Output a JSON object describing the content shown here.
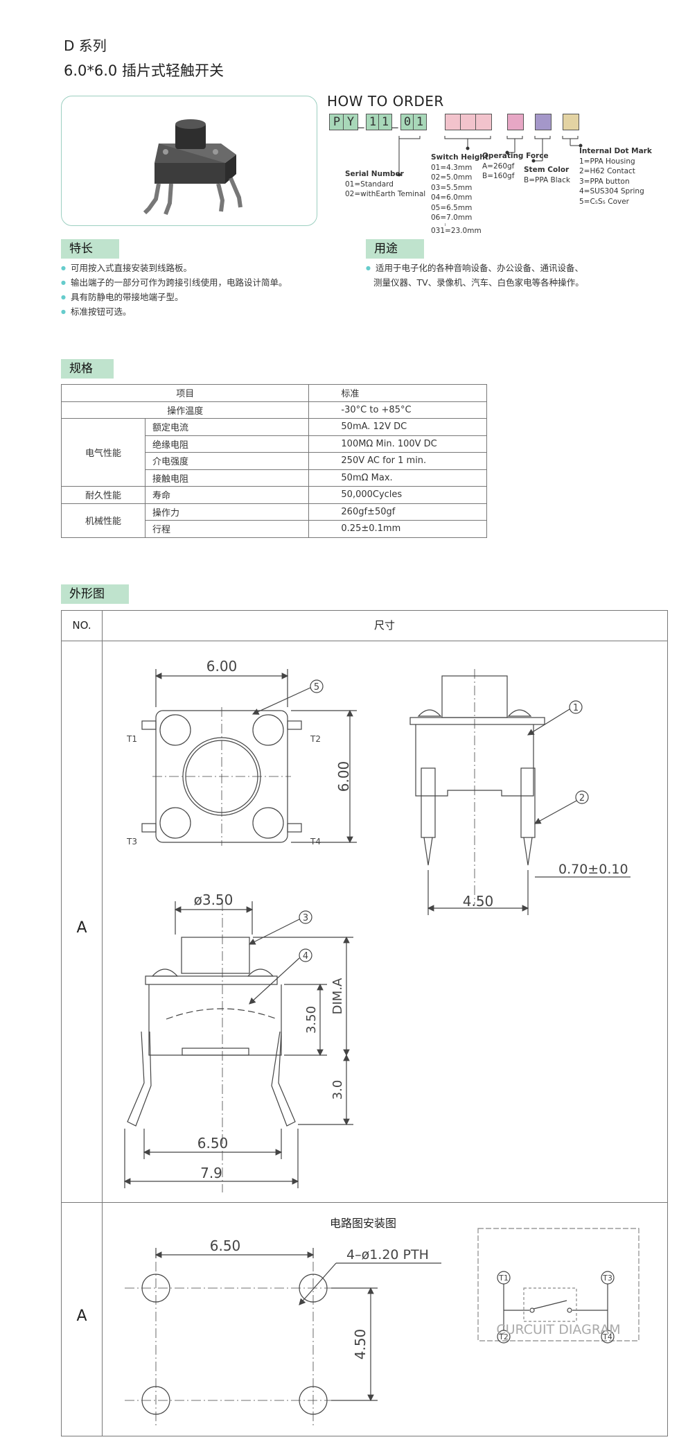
{
  "header": {
    "series": "D 系列",
    "title": "6.0*6.0 插片式轻触开关"
  },
  "order": {
    "heading": "HOW TO ORDER",
    "code_chars": [
      "P",
      "Y",
      "1",
      "1",
      "0",
      "1"
    ],
    "serial": {
      "title": "Serial Number",
      "lines": [
        "01=Standard",
        "02=withEarth Teminal"
      ]
    },
    "height": {
      "title": "Switch Height",
      "lines": [
        "01=4.3mm",
        "02=5.0mm",
        "03=5.5mm",
        "04=6.0mm",
        "05=6.5mm",
        "06=7.0mm",
        "031=23.0mm"
      ]
    },
    "force": {
      "title": "Operating Force",
      "lines": [
        "A=260gf",
        "B=160gf"
      ]
    },
    "stem": {
      "title": "Stem Color",
      "lines": [
        "B=PPA Black"
      ]
    },
    "dot": {
      "title": "Internal Dot Mark",
      "lines": [
        "1=PPA Housing",
        "2=H62 Contact",
        "3=PPA button",
        "4=SUS304 Spring",
        "5=C₅S₅ Cover"
      ]
    },
    "colors": {
      "code": "#a8d8b9",
      "pink": "#f2c3cc",
      "magenta": "#e7a7c5",
      "purple": "#a497c9",
      "tan": "#e3d3a3"
    }
  },
  "features": {
    "tag": "特长",
    "items": [
      "可用按入式直接安装到线路板。",
      "输出端子的一部分可作为跨接引线使用，电路设计简单。",
      "具有防静电的带接地端子型。",
      "标准按钮可选。"
    ]
  },
  "usage": {
    "tag": "用途",
    "lines": [
      "适用于电子化的各种音响设备、办公设备、通讯设备、",
      "测量仪器、TV、录像机、汽车、白色家电等各种操作。"
    ]
  },
  "spec": {
    "tag": "规格",
    "head": [
      "项目",
      "标准"
    ],
    "rows": {
      "op_temp": [
        "操作温度",
        "-30°C to +85°C"
      ],
      "elec_group": "电气性能",
      "rated": [
        "额定电流",
        "50mA. 12V DC"
      ],
      "insul": [
        "绝缘电阻",
        "100MΩ Min. 100V DC"
      ],
      "dielec": [
        "介电强度",
        "250V AC for 1 min."
      ],
      "contact": [
        "接触电阻",
        "50mΩ Max."
      ],
      "dur_group": "耐久性能",
      "life": [
        "寿命",
        "50,000Cycles"
      ],
      "mech_group": "机械性能",
      "force": [
        "操作力",
        "260gf±50gf"
      ],
      "travel": [
        "行程",
        "0.25±0.1mm"
      ]
    }
  },
  "outline": {
    "tag": "外形图",
    "col_no": "NO.",
    "col_dim": "尺寸",
    "row1_no": "A",
    "row2_no": "A",
    "dims": {
      "w600": "6.00",
      "h600": "6.00",
      "t1": "T1",
      "t2": "T2",
      "t3": "T3",
      "t4": "T4",
      "tol": "0.70±0.10",
      "w450": "4.50",
      "dia350": "ø3.50",
      "h350": "3.50",
      "dima": "DIM.A",
      "h30": "3.0",
      "w650": "6.50",
      "w79": "7.9",
      "b1": "1",
      "b2": "2",
      "b3": "3",
      "b4": "4",
      "b5": "5"
    },
    "pcb": {
      "title": "电路图安装图",
      "w650": "6.50",
      "holes": "4–ø1.20 PTH",
      "h450": "4.50",
      "circuit": "CURCUIT DIAGRAM",
      "t1": "T1",
      "t2": "T2",
      "t3": "T3",
      "t4": "T4"
    }
  }
}
